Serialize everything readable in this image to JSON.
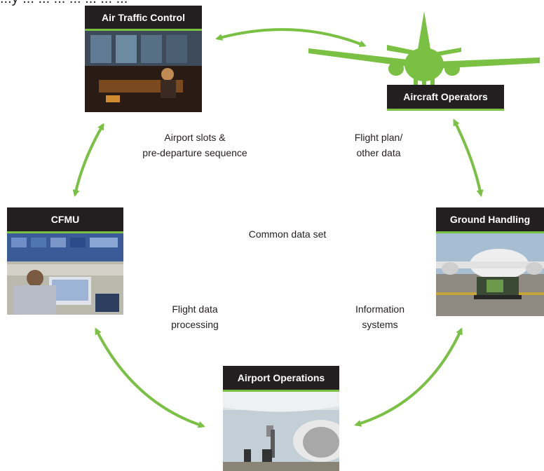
{
  "cut_top_text": "...y ... ... ... ... ... ... ...",
  "colors": {
    "accent": "#7ac143",
    "label_bg": "#231f20",
    "text": "#231f20"
  },
  "nodes": {
    "atc": {
      "label": "Air Traffic Control",
      "icon": "control-tower-photo"
    },
    "aircraft_operators": {
      "label": "Aircraft Operators",
      "icon": "airplane-icon"
    },
    "cfmu": {
      "label": "CFMU",
      "icon": "operations-room-photo"
    },
    "ground_handling": {
      "label": "Ground Handling",
      "icon": "aircraft-tug-photo"
    },
    "airport_operations": {
      "label": "Airport Operations",
      "icon": "aircraft-engine-photo"
    }
  },
  "edges": {
    "atc_cfmu": {
      "line1": "Airport slots &",
      "line2": "pre-departure sequence"
    },
    "ao_gh": {
      "line1": "Flight plan/",
      "line2": "other data"
    },
    "cfmu_apo": {
      "line1": "Flight data",
      "line2": "processing"
    },
    "gh_apo": {
      "line1": "Information",
      "line2": "systems"
    }
  },
  "center_label": "Common data set"
}
